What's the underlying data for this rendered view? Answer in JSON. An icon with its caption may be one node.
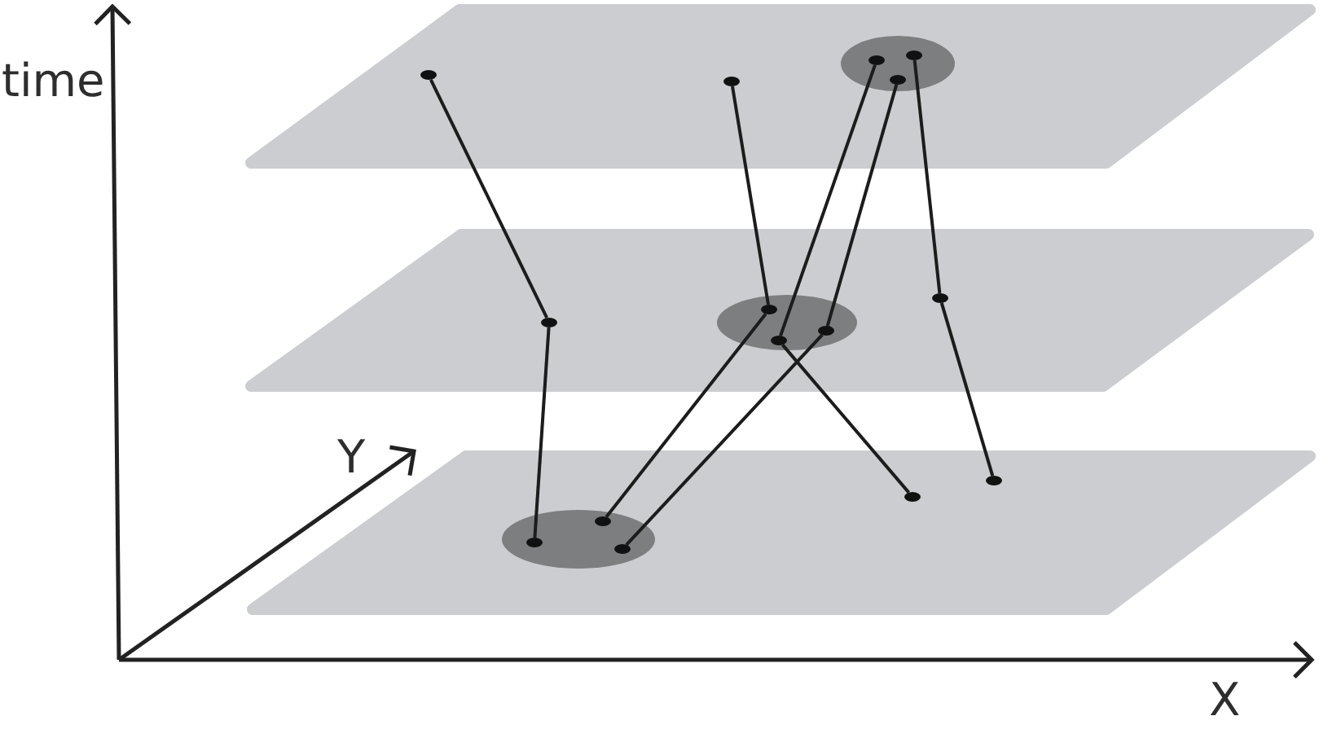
{
  "diagram": {
    "nodes": [
      {
        "text": [],
        "shape": "circle"
      },
      {
        "text": [],
        "shape": "circle"
      },
      {
        "text": [],
        "shape": "circle"
      },
      {
        "text": [],
        "shape": "circle"
      },
      {
        "text": [],
        "shape": "circle"
      },
      {
        "text": [],
        "shape": "circle"
      },
      {
        "text": [],
        "shape": "circle"
      },
      {
        "text": [],
        "shape": "circle"
      },
      {
        "text": [],
        "shape": "circle"
      },
      {
        "text": [],
        "shape": "circle"
      },
      {
        "text": [],
        "shape": "circle"
      },
      {
        "text": [],
        "shape": "circle"
      },
      {
        "text": [],
        "shape": "circle"
      },
      {
        "text": [],
        "shape": "circle"
      },
      {
        "text": [],
        "shape": "circle"
      }
    ],
    "edges": [
      {
        "from": 0,
        "to": 5,
        "arrow": "none"
      },
      {
        "from": 5,
        "to": 10,
        "arrow": "none"
      },
      {
        "from": 1,
        "to": 6,
        "arrow": "none"
      },
      {
        "from": 6,
        "to": 11,
        "arrow": "none"
      },
      {
        "from": 2,
        "to": 7,
        "arrow": "none"
      },
      {
        "from": 7,
        "to": 13,
        "arrow": "none"
      },
      {
        "from": 3,
        "to": 8,
        "arrow": "none"
      },
      {
        "from": 8,
        "to": 12,
        "arrow": "none"
      },
      {
        "from": 4,
        "to": 9,
        "arrow": "none"
      },
      {
        "from": 9,
        "to": 14,
        "arrow": "none"
      }
    ],
    "labels": [
      "time",
      "Y",
      "X"
    ]
  }
}
